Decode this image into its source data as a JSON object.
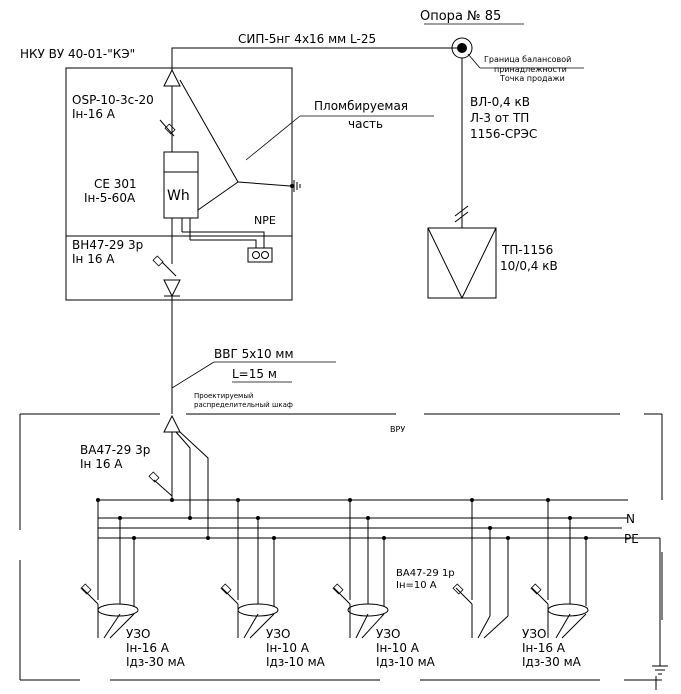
{
  "support": {
    "label": "Опора № 85"
  },
  "panel": {
    "label": "НКУ ВУ 40-01-\"КЭ\""
  },
  "cable_top": {
    "label": "СИП-5нг 4х16 мм  L-25"
  },
  "boundary": {
    "line1": "Граница балансовой",
    "line2": "принадлежности",
    "line3": "Точка продажи"
  },
  "breaker_top": {
    "line1": "OSP-10-3с-20",
    "line2": "Iн-16 А"
  },
  "sealed": {
    "line1": "Пломбируемая",
    "line2": "часть"
  },
  "overhead": {
    "line1": "ВЛ-0,4 кВ",
    "line2": "Л-3 от ТП",
    "line3": "1156-СРЭС"
  },
  "meter": {
    "line1": "СЕ 301",
    "line2": "Iн-5-60А",
    "symbol": "Wh"
  },
  "npe": {
    "label": "NPE"
  },
  "breaker_mid": {
    "line1": "ВН47-29  3р",
    "line2": "Iн 16 А"
  },
  "transformer": {
    "line1": "ТП-1156",
    "line2": "10/0,4 кВ"
  },
  "cable_mid": {
    "line1": "ВВГ 5х10 мм",
    "line2": "L=15 м"
  },
  "cabinet": {
    "line1": "Проектируемый",
    "line2": "распределительный шкаф",
    "label": "ВРУ"
  },
  "breaker_vru": {
    "line1": "ВА47-29  3р",
    "line2": "Iн 16 А"
  },
  "bus": {
    "n": "N",
    "pe": "PE"
  },
  "breaker_single": {
    "line1": "ВА47-29  1р",
    "line2": "Iн=10 А"
  },
  "rcd": [
    {
      "name": "УЗО",
      "rating": "Iн-16 А",
      "leak": "Iдз-30 мА"
    },
    {
      "name": "УЗО",
      "rating": "Iн-10 А",
      "leak": "Iдз-10 мА"
    },
    {
      "name": "УЗО",
      "rating": "Iн-10 А",
      "leak": "Iдз-10 мА"
    },
    {
      "name": "УЗО",
      "rating": "Iн-16 А",
      "leak": "Iдз-30 мА"
    }
  ]
}
